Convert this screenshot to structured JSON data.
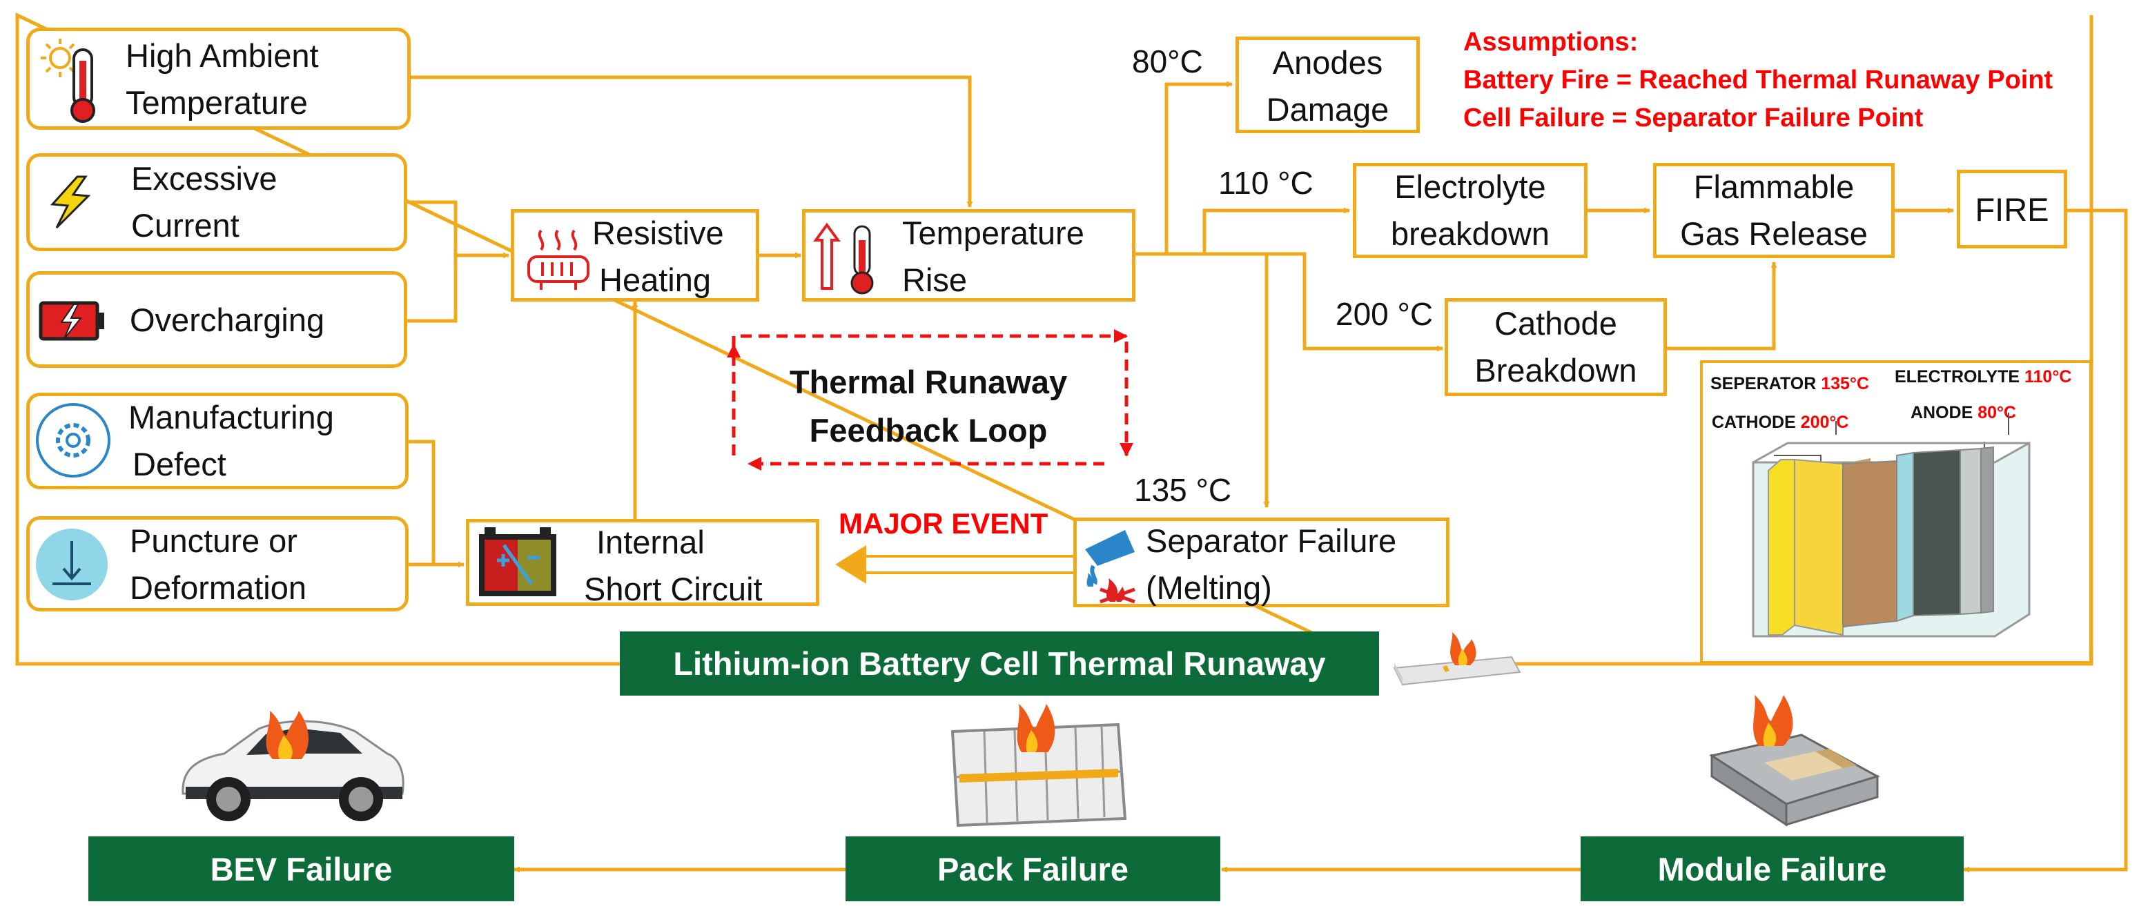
{
  "causes": {
    "high_ambient": [
      "High Ambient",
      "Temperature"
    ],
    "excessive_current": [
      "Excessive",
      "Current"
    ],
    "overcharging": "Overcharging",
    "manufacturing_defect": [
      "Manufacturing",
      "Defect"
    ],
    "puncture": [
      "Puncture or",
      "Deformation"
    ]
  },
  "process": {
    "resistive_heating": [
      "Resistive",
      "Heating"
    ],
    "temperature_rise": [
      "Temperature",
      "Rise"
    ],
    "anodes_damage": [
      "Anodes",
      "Damage"
    ],
    "electrolyte_breakdown": [
      "Electrolyte",
      "breakdown"
    ],
    "flammable_gas": [
      "Flammable",
      "Gas Release"
    ],
    "fire": "FIRE",
    "cathode_breakdown": [
      "Cathode",
      "Breakdown"
    ],
    "separator_failure": [
      "Separator Failure",
      "(Melting)"
    ],
    "internal_short": [
      "Internal",
      "Short Circuit"
    ]
  },
  "temperatures": {
    "anode": "80°C",
    "electrolyte": "110 °C",
    "cathode": "200 °C",
    "separator": "135 °C"
  },
  "feedback_loop": [
    "Thermal Runaway",
    "Feedback Loop"
  ],
  "major_event": "MAJOR EVENT",
  "assumptions": {
    "title": "Assumptions:",
    "line1": "Battery Fire = Reached Thermal Runaway Point",
    "line2": "Cell Failure = Separator Failure Point"
  },
  "cell_diagram": {
    "separator": "SEPERATOR",
    "separator_temp": "135°C",
    "electrolyte": "ELECTROLYTE",
    "electrolyte_temp": "110°C",
    "cathode": "CATHODE",
    "cathode_temp": "200°C",
    "anode": "ANODE",
    "anode_temp": "80°C"
  },
  "outcomes": {
    "cell_runaway": "Lithium-ion Battery Cell Thermal Runaway",
    "bev_failure": "BEV Failure",
    "pack_failure": "Pack Failure",
    "module_failure": "Module Failure"
  },
  "colors": {
    "box_border": "#F0AA19",
    "arrow": "#F0AA19",
    "outcome_fill": "#0D6B3A",
    "highlight_text": "#FF0000"
  }
}
